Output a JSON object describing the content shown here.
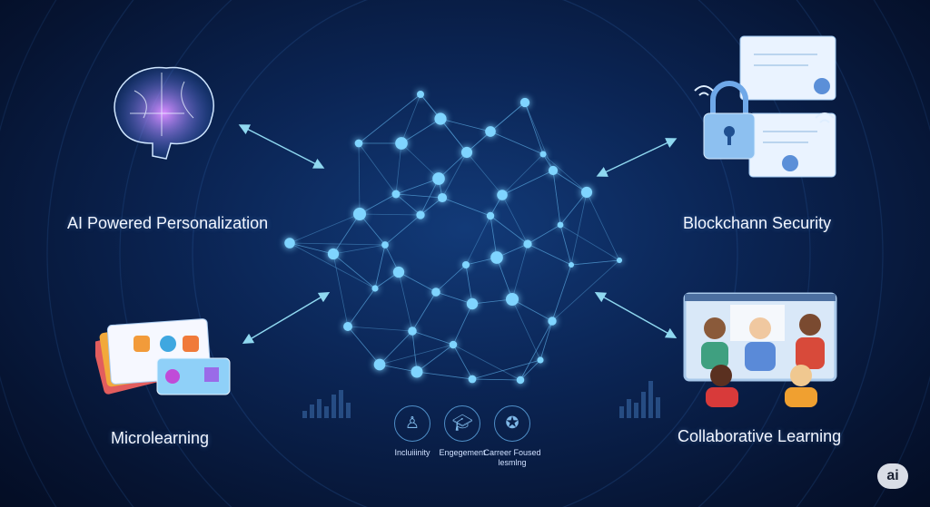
{
  "features": {
    "ai": {
      "label": "AI Powered Personalization",
      "icon": "brain-icon"
    },
    "blockchain": {
      "label": "Blockchann Security",
      "icon": "certificate-lock-icon"
    },
    "micro": {
      "label": "Microlearning",
      "icon": "cards-icon"
    },
    "collab": {
      "label": "Collaborative Learning",
      "icon": "video-call-icon"
    }
  },
  "bottom_icons": [
    {
      "label": "Incluiiinity",
      "icon": "people-icon"
    },
    {
      "label": "Engegement",
      "icon": "graduation-cap-icon"
    },
    {
      "label": "Carreer Foused lesmlng",
      "icon": "award-ribbon-icon"
    }
  ],
  "badge": "ai",
  "colors": {
    "node": "#7fd4ff",
    "line": "#5aa8e0",
    "arrow": "#8fd8f0",
    "bg": "#0b2555"
  }
}
